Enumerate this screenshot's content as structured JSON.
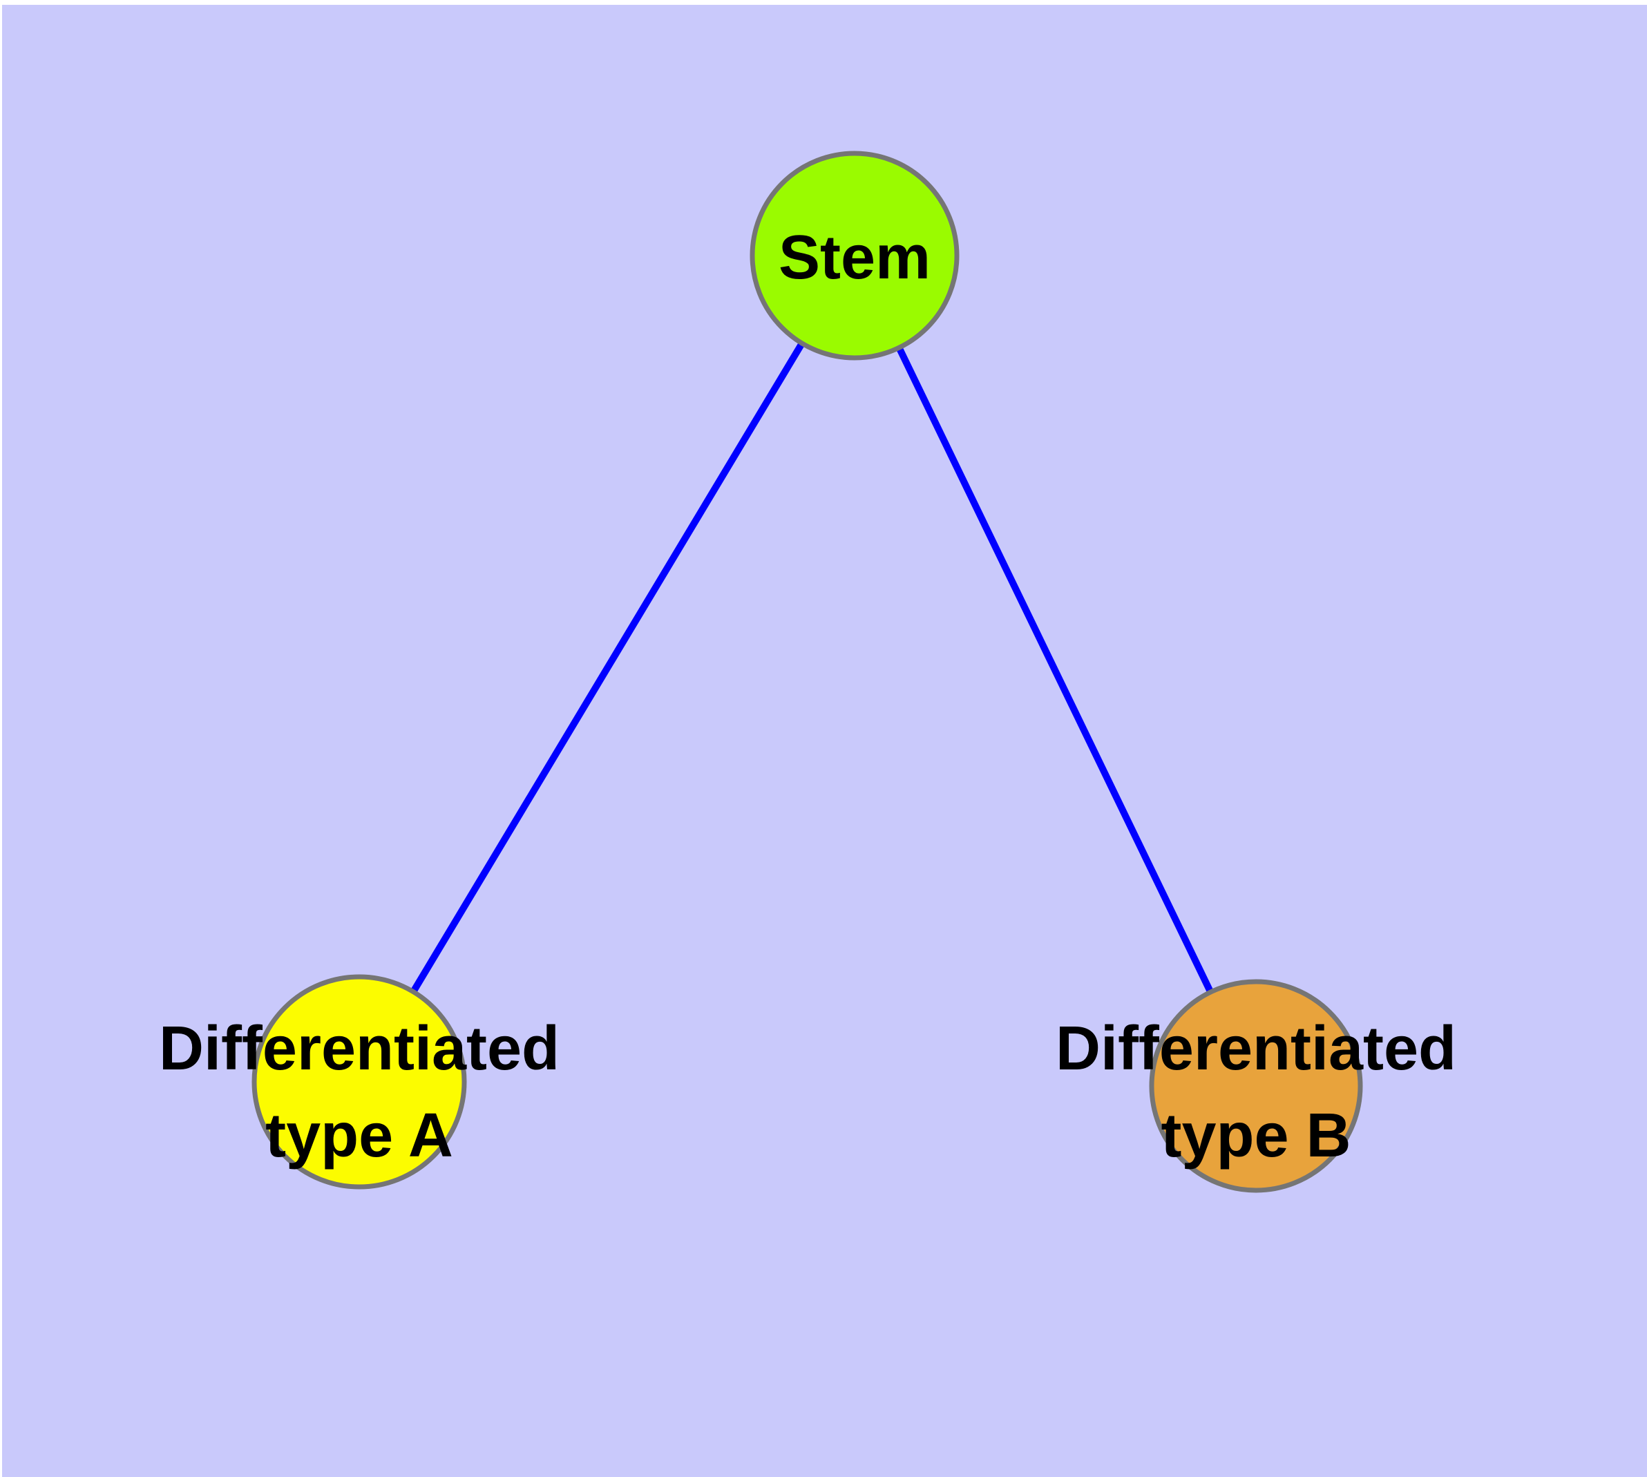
{
  "diagram": {
    "type": "node-link-graph",
    "background_color": "#c9c9fb",
    "page_margin_color": "#ffffff",
    "edge_color": "#0000ff",
    "node_border_color": "#757575",
    "label_color": "#000000",
    "nodes": [
      {
        "id": "stem",
        "label": "Stem",
        "fill": "#9afb00"
      },
      {
        "id": "differentiated-type-a",
        "label": "Differentiated type A",
        "label_line1": "Differentiated",
        "label_line2": "type A",
        "fill": "#fcfc00"
      },
      {
        "id": "differentiated-type-b",
        "label": "Differentiated type B",
        "label_line1": "Differentiated",
        "label_line2": "type B",
        "fill": "#e8a33c"
      }
    ],
    "edges": [
      {
        "source": "stem",
        "target": "differentiated-type-a"
      },
      {
        "source": "stem",
        "target": "differentiated-type-b"
      }
    ]
  }
}
